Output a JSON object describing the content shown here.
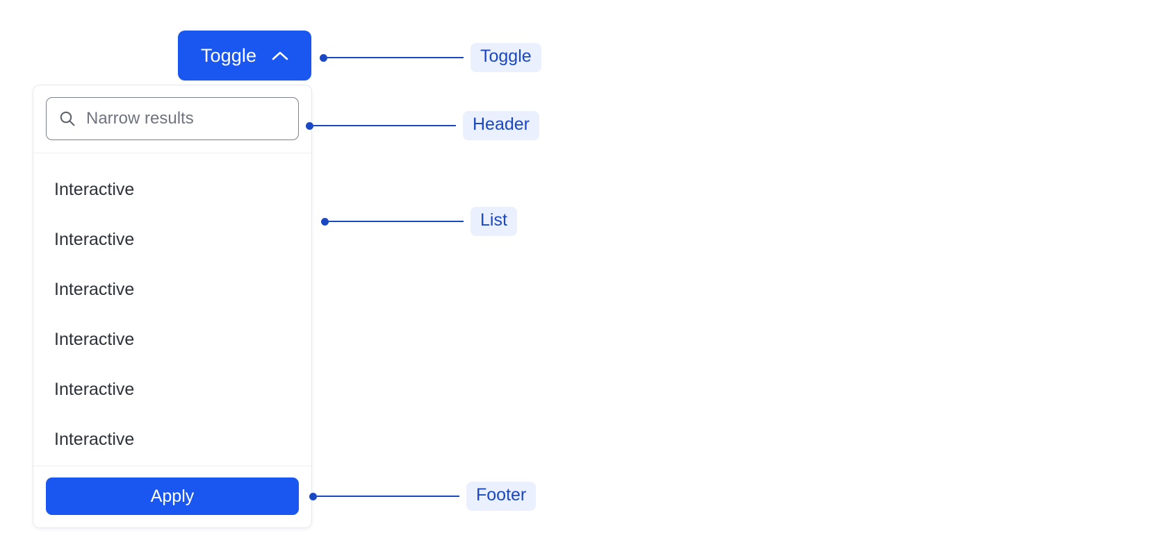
{
  "toggle": {
    "label": "Toggle",
    "icon": "chevron-up-icon"
  },
  "panel": {
    "header": {
      "search": {
        "icon": "search-icon",
        "value": "",
        "placeholder": "Narrow results"
      }
    },
    "list": {
      "items": [
        {
          "label": "Interactive"
        },
        {
          "label": "Interactive"
        },
        {
          "label": "Interactive"
        },
        {
          "label": "Interactive"
        },
        {
          "label": "Interactive"
        },
        {
          "label": "Interactive"
        }
      ]
    },
    "footer": {
      "apply_label": "Apply"
    }
  },
  "annotations": [
    {
      "label": "Toggle"
    },
    {
      "label": "Header"
    },
    {
      "label": "List"
    },
    {
      "label": "Footer"
    }
  ],
  "colors": {
    "accent": "#1a56f0",
    "annotation_text": "#1a47c4",
    "annotation_bg": "#eaf0fd",
    "text": "#2d3139",
    "placeholder": "#6f7480",
    "border": "#e6e8ec",
    "input_border": "#7a7f8c"
  }
}
